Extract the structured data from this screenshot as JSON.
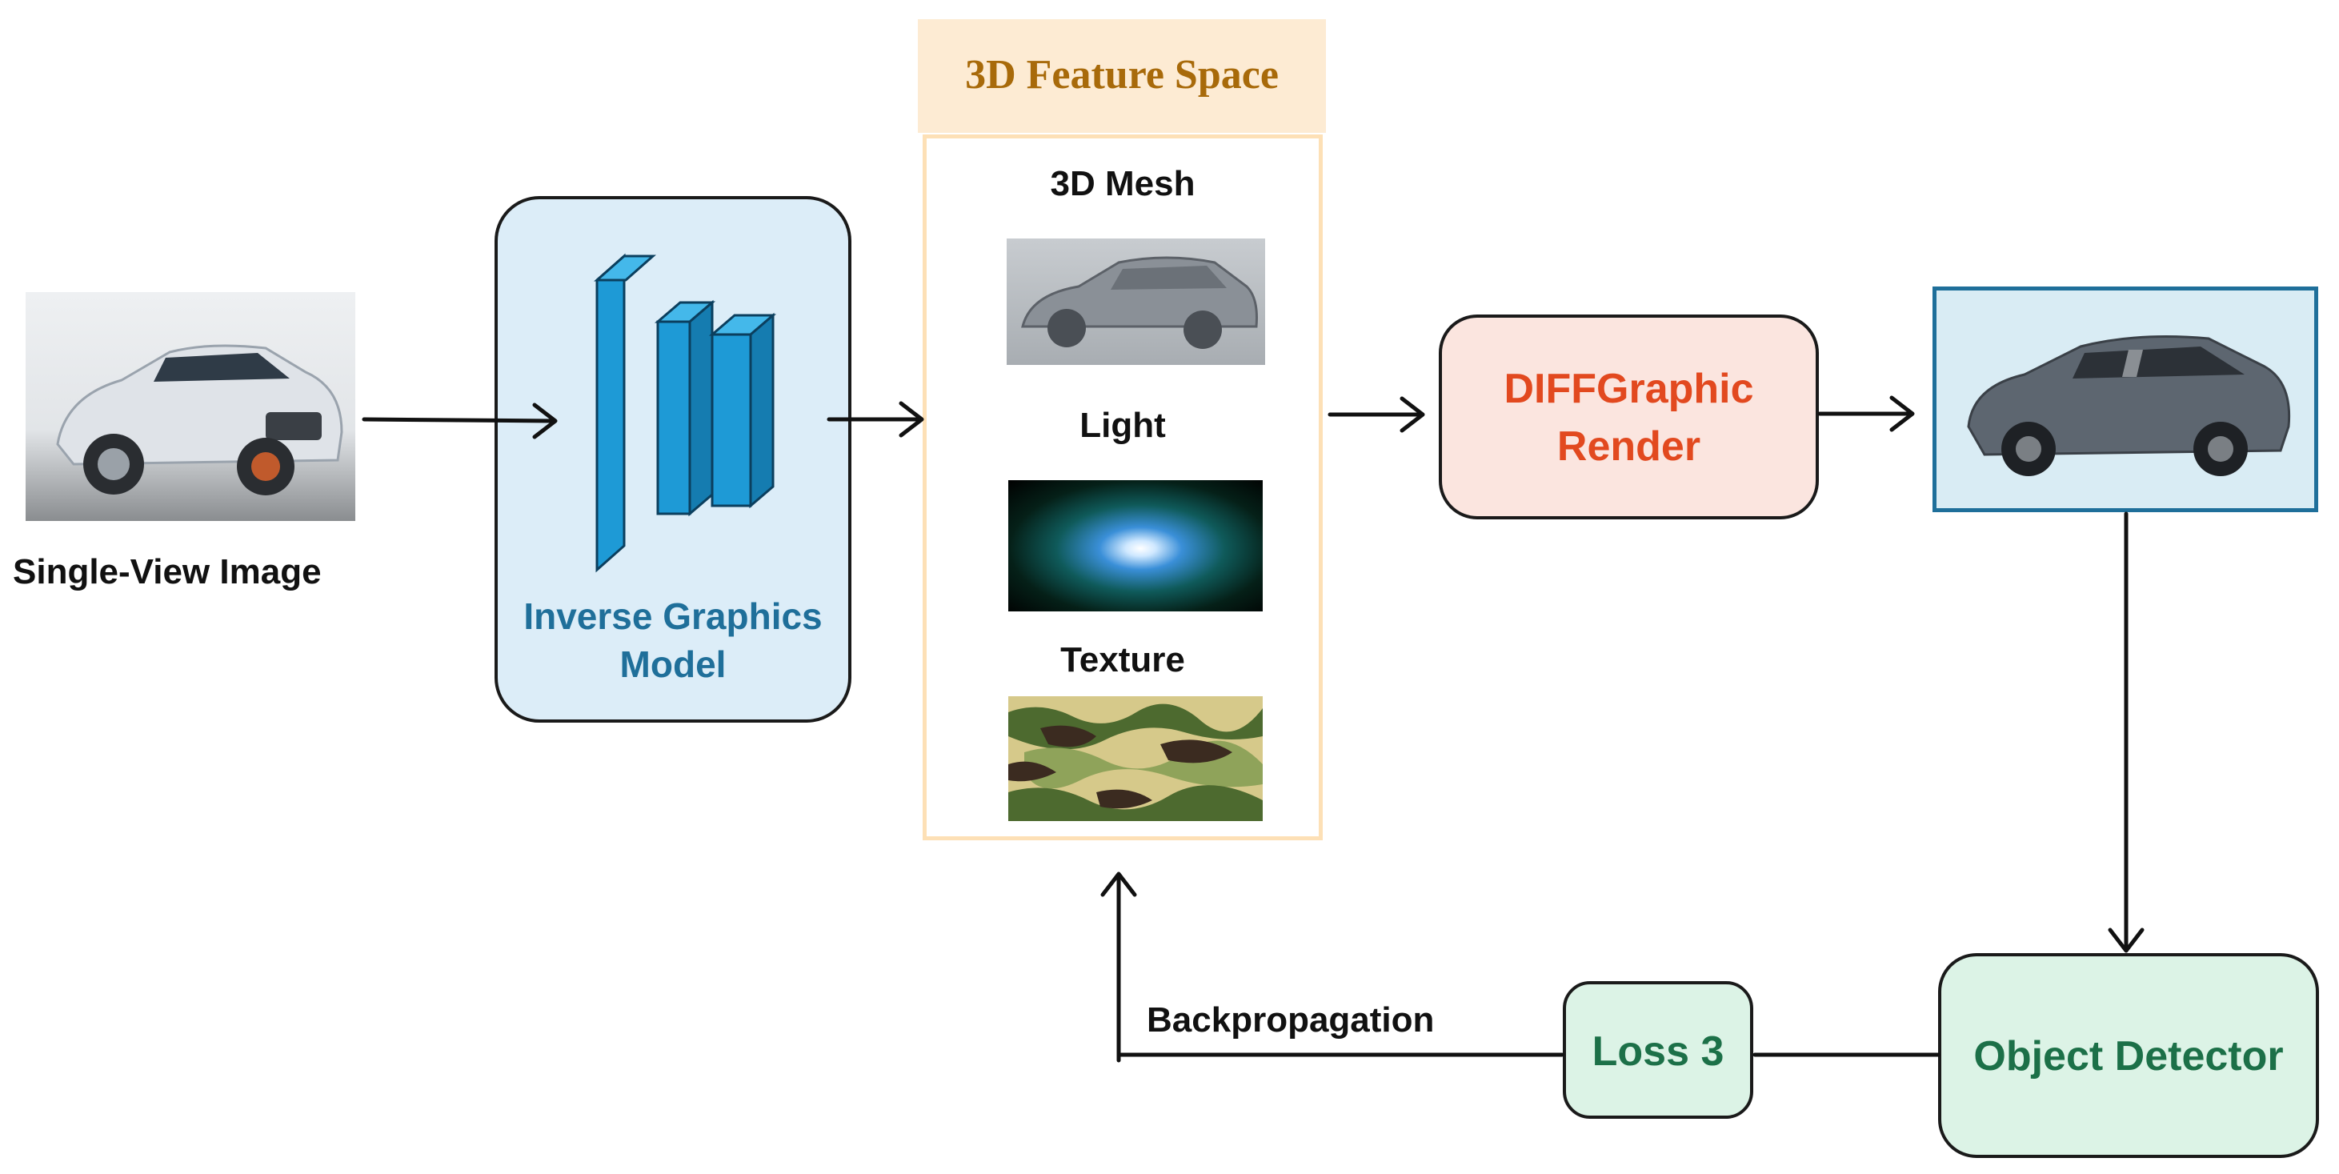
{
  "input": {
    "caption": "Single-View Image"
  },
  "inverse_model": {
    "line1": "Inverse Graphics",
    "line2": "Model"
  },
  "feature_space": {
    "title": "3D Feature Space",
    "items": [
      {
        "label": "3D Mesh"
      },
      {
        "label": "Light"
      },
      {
        "label": "Texture"
      }
    ]
  },
  "renderer": {
    "line1": "DIFFGraphic",
    "line2": "Render"
  },
  "detector": {
    "label": "Object Detector"
  },
  "loss": {
    "label": "Loss 3"
  },
  "feedback": {
    "label": "Backpropagation"
  },
  "colors": {
    "inverse_fill": "#dcedf8",
    "inverse_text": "#1f6f9a",
    "feature_fill": "#fdebd3",
    "feature_title": "#a86a0a",
    "render_fill": "#fbe5df",
    "render_text": "#e2491f",
    "detector_fill": "#dcf3e6",
    "detector_text": "#1c7048",
    "output_border": "#1f6f9a",
    "layer_blue": "#1e9ad6"
  }
}
